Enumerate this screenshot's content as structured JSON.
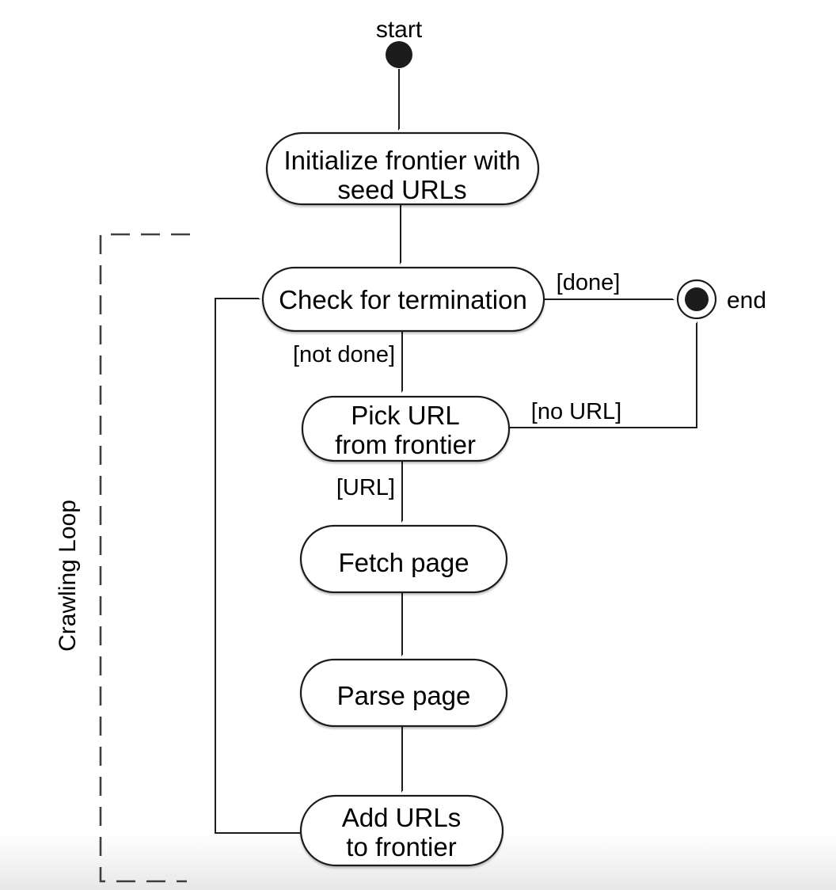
{
  "diagram": {
    "region": {
      "label": "Crawling Loop"
    },
    "terminals": {
      "start_label": "start",
      "end_label": "end"
    },
    "nodes": {
      "initialize": {
        "line1": "Initialize frontier with",
        "line2": "seed URLs"
      },
      "check": {
        "line1": "Check for termination"
      },
      "pick": {
        "line1": "Pick URL",
        "line2": "from frontier"
      },
      "fetch": {
        "line1": "Fetch page"
      },
      "parse": {
        "line1": "Parse page"
      },
      "add": {
        "line1": "Add URLs",
        "line2": "to frontier"
      }
    },
    "guards": {
      "done": "[done]",
      "not_done": "[not done]",
      "no_url": "[no URL]",
      "url": "[URL]"
    },
    "colors": {
      "stroke": "#1c1c1c",
      "dashed_boundary": "#3f3f3f",
      "text": "#000000",
      "node_fill": "#ffffff",
      "background": "#ffffff"
    }
  }
}
